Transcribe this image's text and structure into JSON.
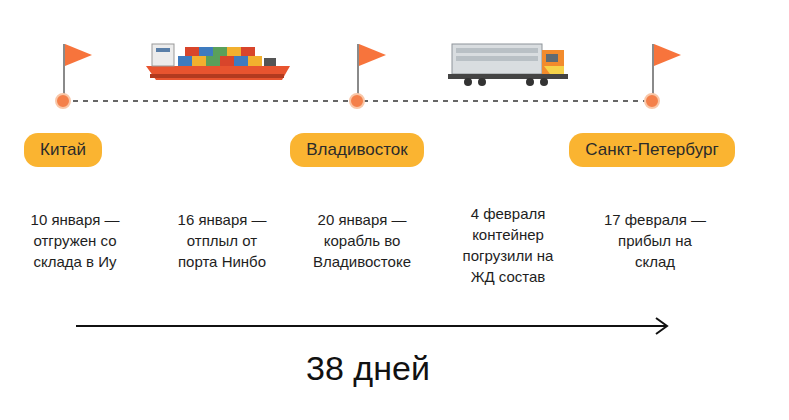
{
  "diagram": {
    "nodes": [
      {
        "text": [
          "Китай"
        ]
      },
      {
        "text": [
          "Владивосток"
        ]
      },
      {
        "text": [
          "Санкт-Петербург"
        ]
      }
    ],
    "labels": [
      "10 января — отгружен со склада в Иу",
      "16 января — отплыл от порта Нинбо",
      "20 января — корабль во Владивостоке",
      "4 февраля контейнер погрузили на ЖД состав",
      "17 февраля — прибыл на склад",
      "38 дней"
    ]
  }
}
